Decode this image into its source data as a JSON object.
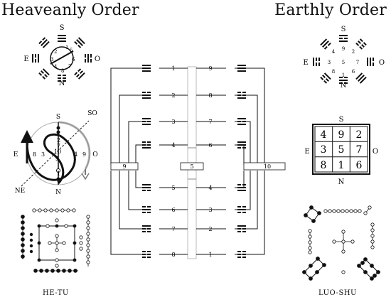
{
  "titles": {
    "left": "Heaveanly Order",
    "right": "Earthly Order"
  },
  "captions": {
    "left": "HE-TU",
    "right": "LUO-SHU"
  },
  "directions": {
    "S": "S",
    "N": "N",
    "E": "E",
    "O": "O",
    "SO": "SO",
    "NE": "NE"
  },
  "heaven_wheel_numbers": [
    "1",
    "2",
    "3",
    "4",
    "5",
    "6",
    "7",
    "8"
  ],
  "earth_wheel_numbers": [
    "9",
    "2",
    "7",
    "6",
    "1",
    "8",
    "3",
    "4",
    "5"
  ],
  "hetu_numbers": [
    "2",
    "7",
    "10",
    "5",
    "1",
    "6",
    "8",
    "3",
    "4",
    "9"
  ],
  "center": {
    "left_number": "9",
    "middle_number": "5",
    "right_number": "10"
  },
  "left_numbers": [
    "1",
    "2",
    "3",
    "4",
    "5",
    "6",
    "7",
    "8"
  ],
  "right_numbers": [
    "9",
    "8",
    "7",
    "6",
    "4",
    "3",
    "2",
    "1"
  ],
  "magic_square": [
    [
      "4",
      "9",
      "2"
    ],
    [
      "3",
      "5",
      "7"
    ],
    [
      "8",
      "1",
      "6"
    ]
  ]
}
